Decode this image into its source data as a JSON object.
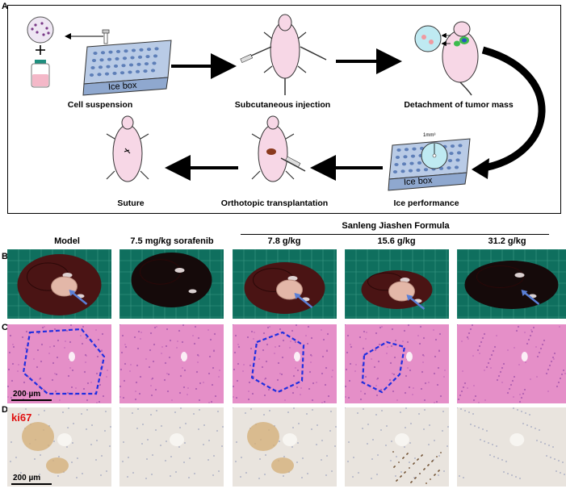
{
  "panel_a": {
    "letter": "A",
    "steps": {
      "cell_suspension": "Cell suspension",
      "subcutaneous_injection": "Subcutaneous injection",
      "detachment": "Detachment of tumor mass",
      "ice_performance": "Ice performance",
      "orthotopic": "Orthotopic transplantation",
      "suture": "Suture"
    },
    "icebox_label_1": "Ice box",
    "icebox_label_2": "Ice box",
    "volume_label": "1mm³"
  },
  "group_header": "Sanleng Jiashen Formula",
  "columns": [
    "Model",
    "7.5 mg/kg sorafenib",
    "7.8 g/kg",
    "15.6 g/kg",
    "31.2 g/kg"
  ],
  "panel_b": {
    "letter": "B"
  },
  "panel_c": {
    "letter": "C",
    "scalebar": "200 µm"
  },
  "panel_d": {
    "letter": "D",
    "stain_label": "ki67",
    "scalebar": "200 µm"
  },
  "colors": {
    "he_pink": "#e58fc8",
    "tumor_outline": "#1f2ee0",
    "ihc_bg": "#e9e4de",
    "ki67_red": "#e01010",
    "arrow_blue": "#5a7fd6",
    "board_green": "#0f6f5e",
    "icebox_blue": "#9fb6d8"
  }
}
